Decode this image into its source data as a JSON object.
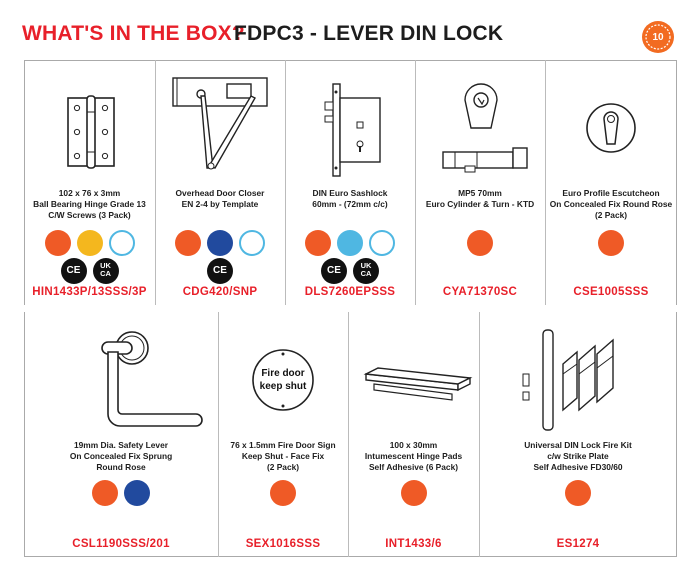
{
  "header": {
    "title_red": "WHAT'S IN THE BOX?",
    "title_black": "FDPC3 - LEVER DIN LOCK",
    "badge_text": "10"
  },
  "products": [
    {
      "lines": [
        "102 x 76 x 3mm",
        "Ball Bearing Hinge Grade 13",
        "C/W Screws (3 Pack)"
      ],
      "code": "HIN1433P/13SSS/3P",
      "icon": "hinge-icon"
    },
    {
      "lines": [
        "Overhead Door Closer",
        "EN 2-4 by Template"
      ],
      "code": "CDG420/SNP",
      "icon": "door-closer-icon"
    },
    {
      "lines": [
        "DIN Euro Sashlock",
        "60mm - (72mm c/c)"
      ],
      "code": "DLS7260EPSSS",
      "icon": "sashlock-icon"
    },
    {
      "lines": [
        "MP5 70mm",
        "Euro Cylinder & Turn - KTD"
      ],
      "code": "CYA71370SC",
      "icon": "euro-cylinder-icon"
    },
    {
      "lines": [
        "Euro Profile Escutcheon",
        "On Concealed Fix Round Rose",
        "(2 Pack)"
      ],
      "code": "CSE1005SSS",
      "icon": "escutcheon-icon"
    },
    {
      "lines": [
        "19mm Dia. Safety Lever",
        "On Concealed Fix Sprung",
        "Round Rose"
      ],
      "code": "CSL1190SSS/201",
      "icon": "lever-handle-icon"
    },
    {
      "lines": [
        "76 x 1.5mm Fire Door Sign",
        "Keep Shut - Face Fix",
        "(2 Pack)"
      ],
      "code": "SEX1016SSS",
      "icon": "fire-door-sign-icon",
      "sign_lines": [
        "Fire door",
        "keep shut"
      ]
    },
    {
      "lines": [
        "100 x 30mm",
        "Intumescent Hinge Pads",
        "Self Adhesive (6 Pack)"
      ],
      "code": "INT1433/6",
      "icon": "hinge-pads-icon"
    },
    {
      "lines": [
        "Universal DIN Lock Fire Kit",
        "c/w Strike Plate",
        "Self Adhesive FD30/60"
      ],
      "code": "ES1274",
      "icon": "fire-kit-icon"
    }
  ],
  "badge_labels": {
    "ce": "CE",
    "uk": "UK",
    "ca": "CA"
  },
  "colors": {
    "brand_red": "#e8202a",
    "fire_orange": "#ef5a26",
    "certifire_blue": "#4fb7e2",
    "tick_yellow": "#f4b71e",
    "disability_blue": "#214a9e"
  }
}
